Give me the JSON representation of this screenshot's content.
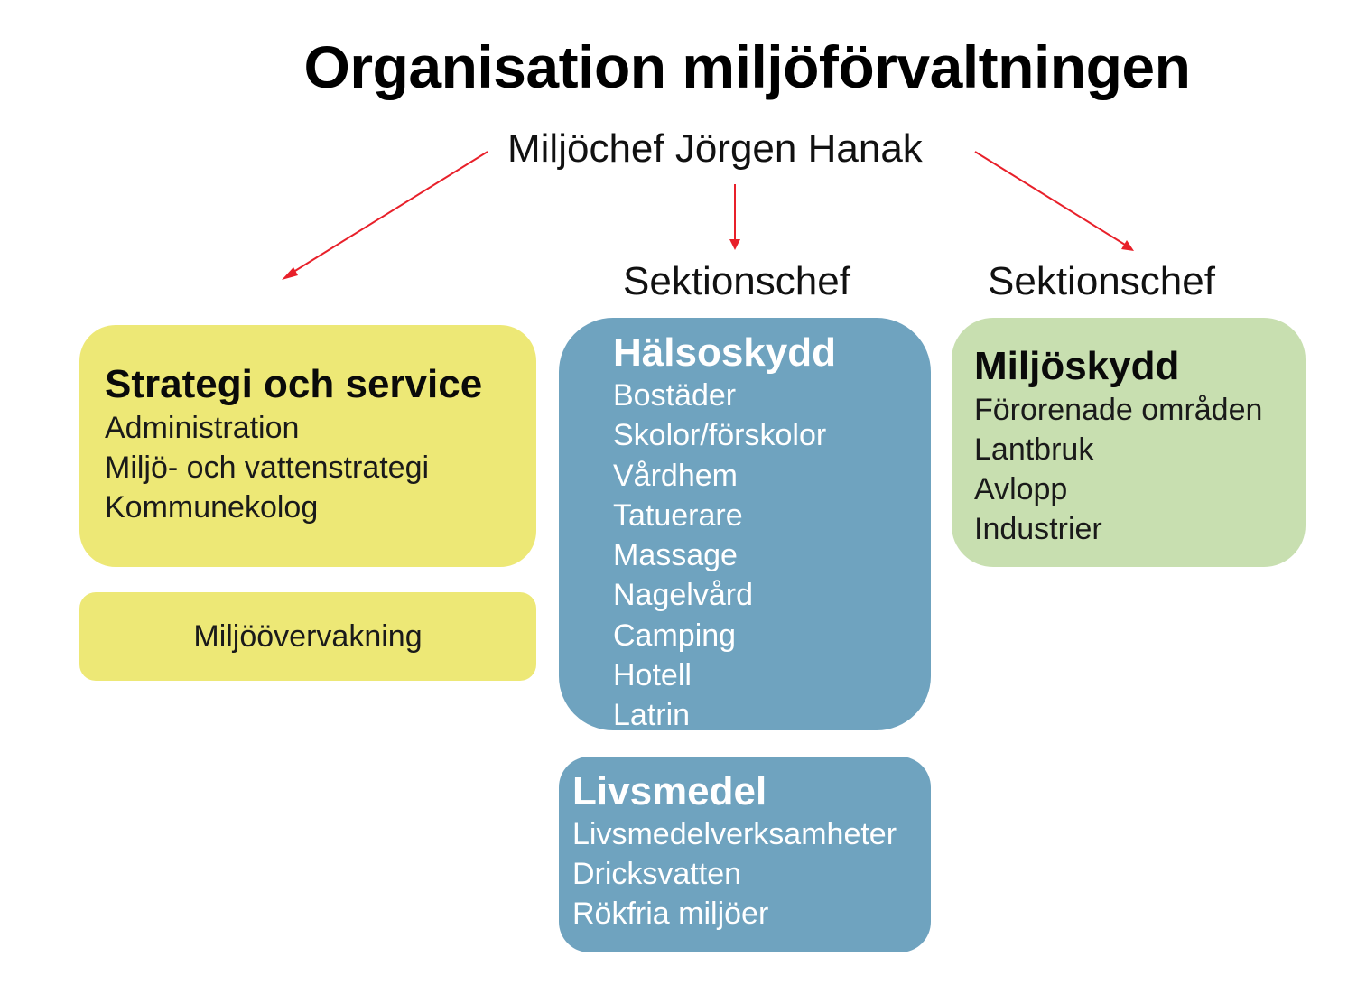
{
  "title": "Organisation miljöförvaltningen",
  "chief": "Miljöchef Jörgen Hanak",
  "section_heads": {
    "middle": "Sektionschef",
    "right": "Sektionschef"
  },
  "colors": {
    "arrow": "#e8202a",
    "yellow": "#ede876",
    "blue": "#6fa3bf",
    "green": "#c8dfb0"
  },
  "units": {
    "strategi": {
      "title": "Strategi och service",
      "items": [
        "Administration",
        "Miljö- och vattenstrategi",
        "Kommunekolog"
      ]
    },
    "miljoovervakning": {
      "title": "Miljöövervakning"
    },
    "halsoskydd": {
      "title": "Hälsoskydd",
      "items": [
        "Bostäder",
        "Skolor/förskolor",
        "Vårdhem",
        "Tatuerare",
        "Massage",
        "Nagelvård",
        "Camping",
        "Hotell",
        "Latrin"
      ]
    },
    "livsmedel": {
      "title": "Livsmedel",
      "items": [
        "Livsmedelverksamheter",
        "Dricksvatten",
        "Rökfria miljöer"
      ]
    },
    "miljoskydd": {
      "title": "Miljöskydd",
      "items": [
        "Förorenade områden",
        "Lantbruk",
        "Avlopp",
        "Industrier"
      ]
    }
  }
}
